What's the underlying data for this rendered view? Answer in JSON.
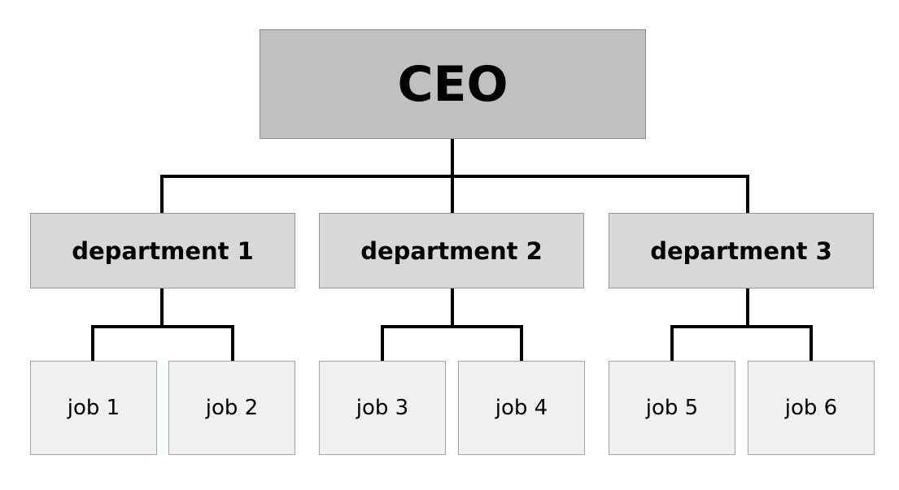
{
  "ceo": {
    "label": "CEO"
  },
  "departments": [
    {
      "label": "department 1"
    },
    {
      "label": "department 2"
    },
    {
      "label": "department 3"
    }
  ],
  "jobs": [
    {
      "label": "job 1"
    },
    {
      "label": "job 2"
    },
    {
      "label": "job 3"
    },
    {
      "label": "job 4"
    },
    {
      "label": "job 5"
    },
    {
      "label": "job 6"
    }
  ],
  "colors": {
    "ceo_fill": "#c0c0c0",
    "department_fill": "#d8d8d8",
    "job_fill": "#f0f0f0",
    "connector": "#000000"
  }
}
